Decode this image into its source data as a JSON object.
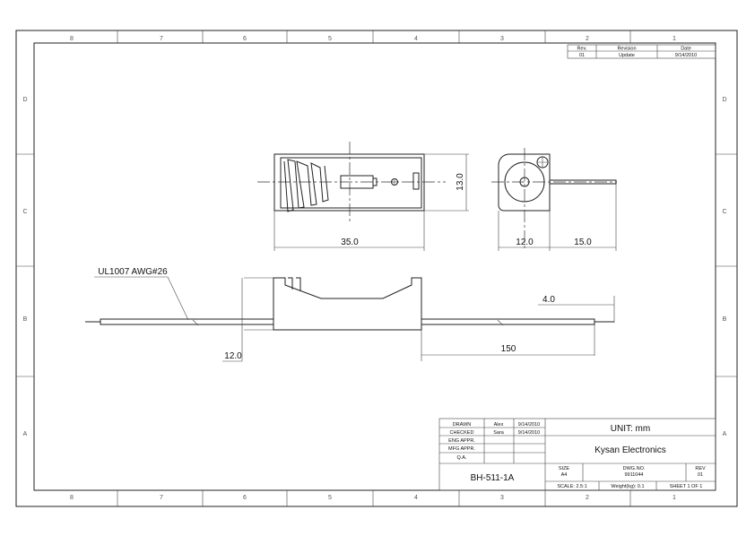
{
  "zones": {
    "cols": [
      "8",
      "7",
      "6",
      "5",
      "4",
      "3",
      "2",
      "1"
    ],
    "rows": [
      "D",
      "C",
      "B",
      "A"
    ]
  },
  "revision_table": {
    "headers": [
      "Rev.",
      "Revision",
      "Date"
    ],
    "row": [
      "01",
      "Update",
      "9/14/2010"
    ]
  },
  "dimensions": {
    "top_length": "35.0",
    "top_height": "13.0",
    "side_width": "12.0",
    "side_lead": "15.0",
    "front_height": "12.0",
    "wire_length": "150",
    "strip_length": "4.0"
  },
  "wire_label": "UL1007 AWG#26",
  "title_block": {
    "approvals": [
      {
        "role": "DRAWN",
        "name": "Alex",
        "date": "9/14/2010"
      },
      {
        "role": "CHECKED",
        "name": "Sara",
        "date": "9/14/2010"
      },
      {
        "role": "ENG APPR.",
        "name": "",
        "date": ""
      },
      {
        "role": "MFG APPR.",
        "name": "",
        "date": ""
      },
      {
        "role": "Q.A.",
        "name": "",
        "date": ""
      }
    ],
    "unit": "UNIT: mm",
    "company": "Kysan Electronics",
    "part_number": "BH-511-1A",
    "size_label": "SIZE",
    "size": "A4",
    "dwg_label": "DWG.NO.",
    "dwg_no": "9911044",
    "rev_label": "REV",
    "rev": "01",
    "scale": "SCALE: 2.5:1",
    "weight": "Weight(kg): 0.1",
    "sheet": "SHEET 1 OF 1"
  }
}
